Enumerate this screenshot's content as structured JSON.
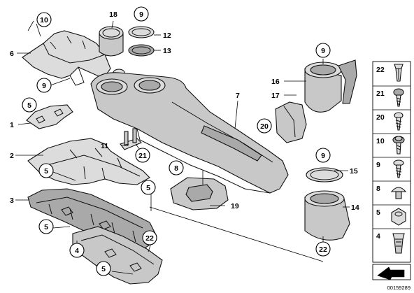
{
  "callouts": {
    "c10_top": "10",
    "c18": "18",
    "c9_top": "9",
    "c12": "12",
    "c13": "13",
    "c6": "6",
    "c9_left": "9",
    "c5_a": "5",
    "c1": "1",
    "c9_right": "9",
    "c16": "16",
    "c17": "17",
    "c7": "7",
    "c20": "20",
    "c11": "11",
    "c21": "21",
    "c2": "2",
    "c8": "8",
    "c5_b": "5",
    "c3": "3",
    "c5_c": "5",
    "c5_d": "5",
    "c4": "4",
    "c22_a": "22",
    "c5_e": "5",
    "c19": "19",
    "c9_mid": "9",
    "c15": "15",
    "c14": "14",
    "c22_b": "22"
  },
  "fastener_panel": {
    "items": [
      {
        "label": "22",
        "icon": "plastic-rivet-icon"
      },
      {
        "label": "21",
        "icon": "screw-round-head-icon"
      },
      {
        "label": "20",
        "icon": "self-tapping-screw-icon"
      },
      {
        "label": "10",
        "icon": "hex-flange-screw-icon"
      },
      {
        "label": "9",
        "icon": "oval-head-screw-icon"
      },
      {
        "label": "8",
        "icon": "expanding-rivet-icon"
      },
      {
        "label": "5",
        "icon": "clip-nut-icon"
      },
      {
        "label": "4",
        "icon": "spring-clip-icon"
      }
    ]
  },
  "catalog_number": "00159289"
}
